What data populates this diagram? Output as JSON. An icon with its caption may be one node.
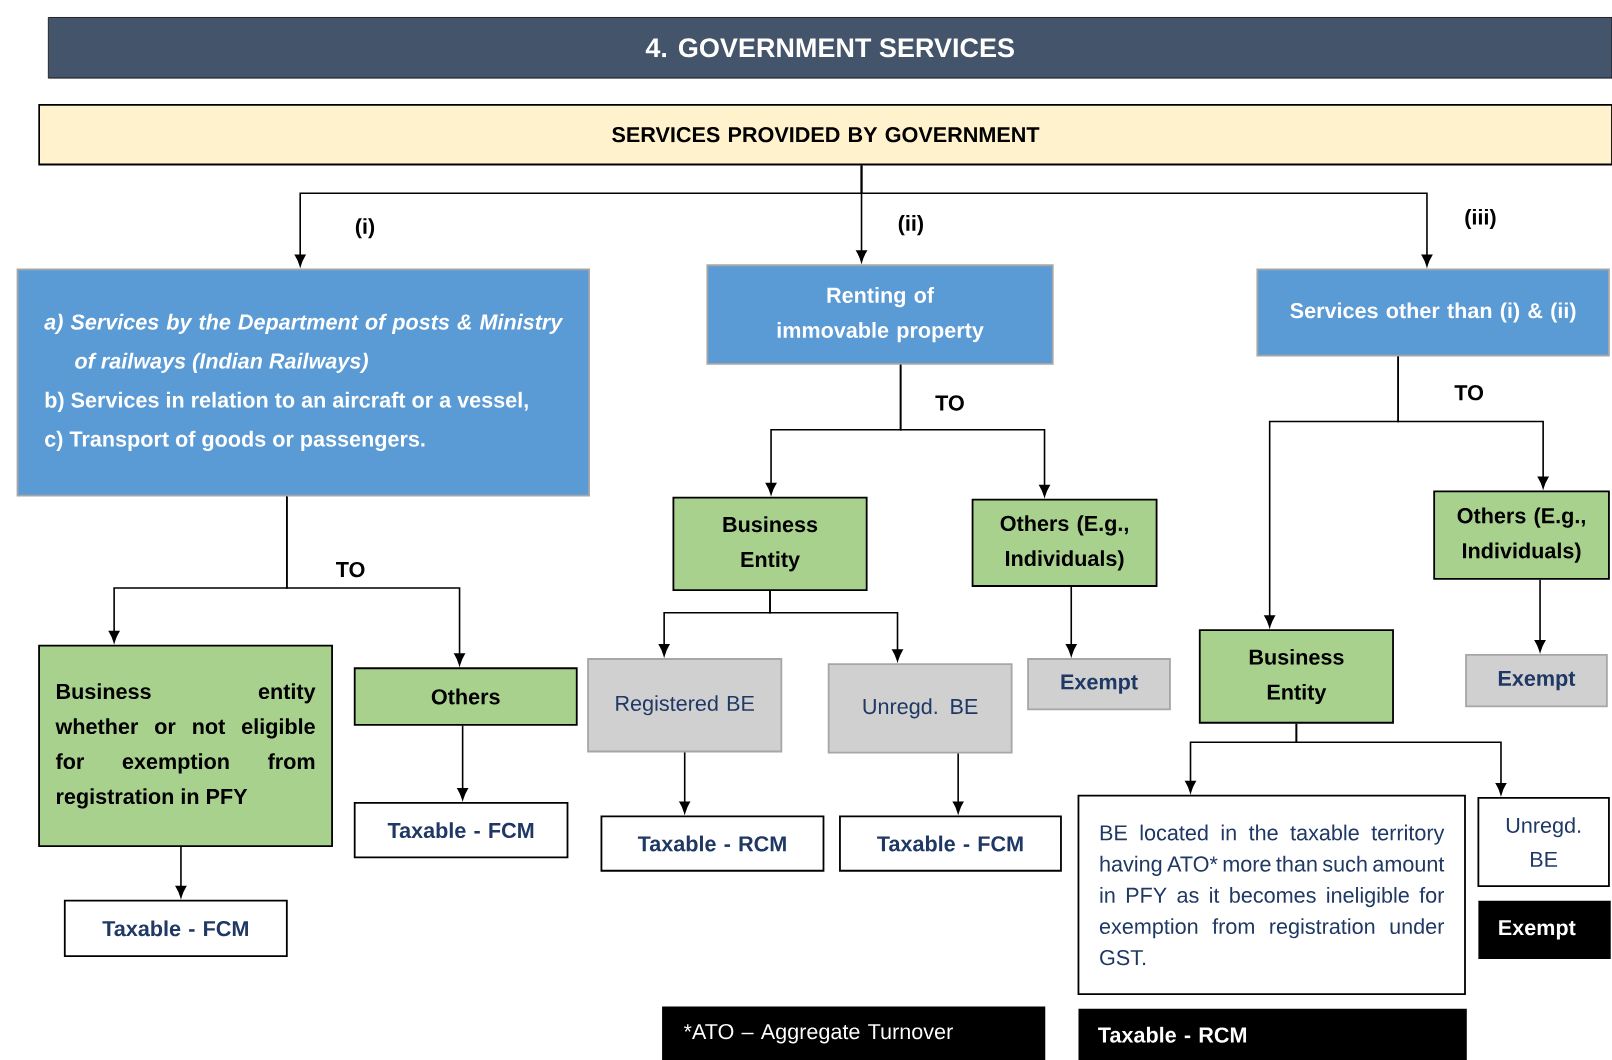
{
  "diagram": {
    "title": "4. GOVERNMENT SERVICES",
    "nodes": [
      {
        "text": [
          "SERVICES PROVIDED BY GOVERNMENT"
        ]
      },
      {
        "text": [
          "a) Services by the Department of posts & Ministry of railways (Indian Railways)",
          "b) Services in relation to an aircraft or a vessel,",
          "c) Transport of goods or passengers."
        ]
      },
      {
        "text": [
          "Renting of immovable property"
        ]
      },
      {
        "text": [
          "Services other than (i) & (ii)"
        ]
      },
      {
        "text": [
          "Business entity whether or not eligible for exemption from registration in PFY"
        ]
      },
      {
        "text": [
          "Others"
        ]
      },
      {
        "text": [
          "Taxable - FCM"
        ]
      },
      {
        "text": [
          "Taxable - FCM"
        ]
      },
      {
        "text": [
          "Business Entity"
        ]
      },
      {
        "text": [
          "Others (E.g., Individuals)"
        ]
      },
      {
        "text": [
          "Registered BE"
        ]
      },
      {
        "text": [
          "Unregd. BE"
        ]
      },
      {
        "text": [
          "Exempt"
        ]
      },
      {
        "text": [
          "Taxable - RCM"
        ]
      },
      {
        "text": [
          "Taxable - FCM"
        ]
      },
      {
        "text": [
          "Business Entity"
        ]
      },
      {
        "text": [
          "Others (E.g., Individuals)"
        ]
      },
      {
        "text": [
          "Exempt"
        ]
      },
      {
        "text": [
          "BE located in the taxable territory having ATO* more than such amount in PFY as it becomes ineligible for exemption from registration under GST."
        ]
      },
      {
        "text": [
          "Taxable - RCM"
        ]
      },
      {
        "text": [
          "Unregd. BE"
        ]
      },
      {
        "text": [
          "Exempt"
        ]
      },
      {
        "text": [
          "*ATO – Aggregate Turnover"
        ]
      }
    ],
    "edges": [
      {
        "from": 0,
        "to": 1,
        "arrow": "to",
        "label": "(i)"
      },
      {
        "from": 0,
        "to": 2,
        "arrow": "to",
        "label": "(ii)"
      },
      {
        "from": 0,
        "to": 3,
        "arrow": "to",
        "label": "(iii)"
      },
      {
        "from": 1,
        "to": 4,
        "arrow": "to"
      },
      {
        "from": 1,
        "to": 5,
        "arrow": "to",
        "label": "TO"
      },
      {
        "from": 4,
        "to": 6,
        "arrow": "to"
      },
      {
        "from": 5,
        "to": 7,
        "arrow": "to"
      },
      {
        "from": 2,
        "to": 8,
        "arrow": "to"
      },
      {
        "from": 2,
        "to": 9,
        "arrow": "to",
        "label": "TO"
      },
      {
        "from": 8,
        "to": 10,
        "arrow": "to"
      },
      {
        "from": 8,
        "to": 11,
        "arrow": "to"
      },
      {
        "from": 9,
        "to": 12,
        "arrow": "to"
      },
      {
        "from": 10,
        "to": 13,
        "arrow": "to"
      },
      {
        "from": 11,
        "to": 14,
        "arrow": "to"
      },
      {
        "from": 3,
        "to": 15,
        "arrow": "to"
      },
      {
        "from": 3,
        "to": 16,
        "arrow": "to",
        "label": "TO"
      },
      {
        "from": 16,
        "to": 17,
        "arrow": "to"
      },
      {
        "from": 15,
        "to": 18,
        "arrow": "to"
      },
      {
        "from": 15,
        "to": 20,
        "arrow": "to"
      }
    ]
  }
}
